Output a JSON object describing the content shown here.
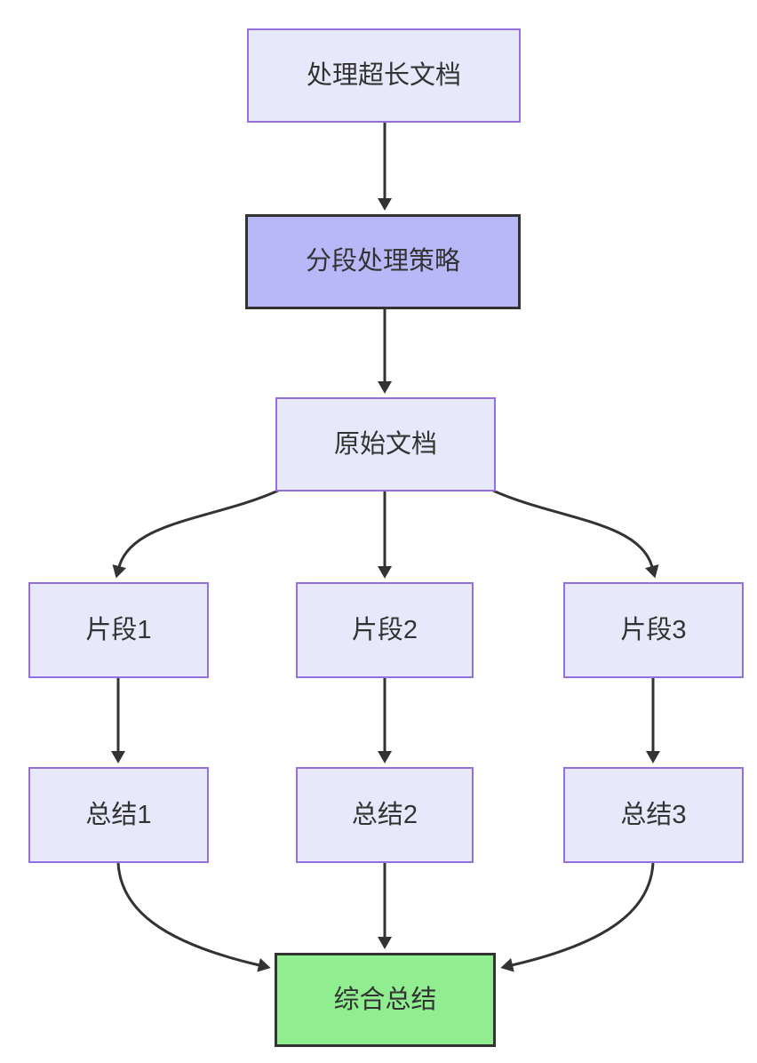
{
  "colors": {
    "background": "#ffffff",
    "node_fill": "#e8e8fb",
    "node_border": "#9370db",
    "strategy_fill": "#b8b8f8",
    "strategy_border": "#333333",
    "result_fill": "#90ee90",
    "result_border": "#333333",
    "edge_color": "#333333",
    "text_color": "#333333"
  },
  "diagram": {
    "type": "flowchart",
    "direction": "top-down",
    "nodes": [
      {
        "id": "A",
        "label": "处理超长文档",
        "style": "default"
      },
      {
        "id": "B",
        "label": "分段处理策略",
        "style": "strategy"
      },
      {
        "id": "C",
        "label": "原始文档",
        "style": "default"
      },
      {
        "id": "D1",
        "label": "片段1",
        "style": "default"
      },
      {
        "id": "D2",
        "label": "片段2",
        "style": "default"
      },
      {
        "id": "D3",
        "label": "片段3",
        "style": "default"
      },
      {
        "id": "E1",
        "label": "总结1",
        "style": "default"
      },
      {
        "id": "E2",
        "label": "总结2",
        "style": "default"
      },
      {
        "id": "E3",
        "label": "总结3",
        "style": "default"
      },
      {
        "id": "F",
        "label": "综合总结",
        "style": "result"
      }
    ],
    "edges": [
      {
        "from": "A",
        "to": "B"
      },
      {
        "from": "B",
        "to": "C"
      },
      {
        "from": "C",
        "to": "D1"
      },
      {
        "from": "C",
        "to": "D2"
      },
      {
        "from": "C",
        "to": "D3"
      },
      {
        "from": "D1",
        "to": "E1"
      },
      {
        "from": "D2",
        "to": "E2"
      },
      {
        "from": "D3",
        "to": "E3"
      },
      {
        "from": "E1",
        "to": "F"
      },
      {
        "from": "E2",
        "to": "F"
      },
      {
        "from": "E3",
        "to": "F"
      }
    ]
  }
}
